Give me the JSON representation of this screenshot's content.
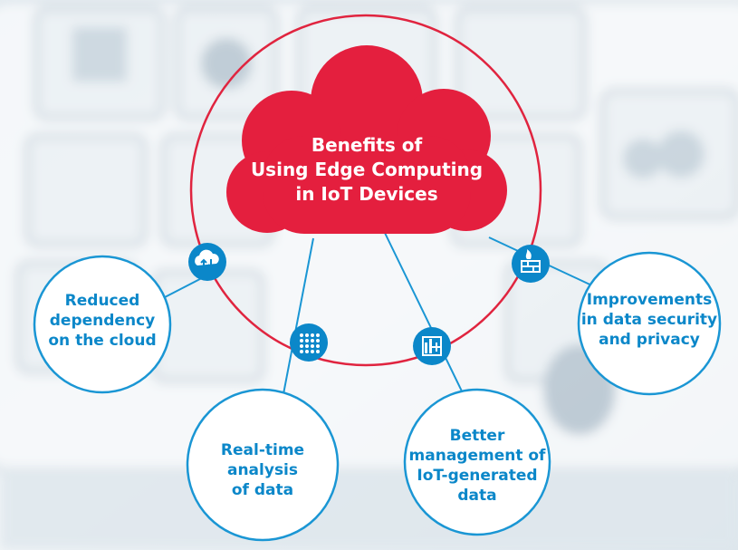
{
  "title_lines": [
    "Benefits of",
    "Using Edge Computing",
    "in IoT Devices"
  ],
  "benefits": [
    {
      "lines": [
        "Reduced",
        "dependency",
        "on the cloud"
      ],
      "icon": "cloud-sync-icon"
    },
    {
      "lines": [
        "Real-time",
        "analysis",
        "of data"
      ],
      "icon": "data-grid-icon"
    },
    {
      "lines": [
        "Better",
        "management of",
        "IoT-generated",
        "data"
      ],
      "icon": "chart-plus-icon"
    },
    {
      "lines": [
        "Improvements",
        "in data security",
        "and privacy"
      ],
      "icon": "firewall-icon"
    }
  ],
  "colors": {
    "accent_blue": "#0b87c9",
    "cloud_red": "#e41f3e",
    "ring_red": "#e0243f",
    "circle_fill": "#ffffff"
  }
}
